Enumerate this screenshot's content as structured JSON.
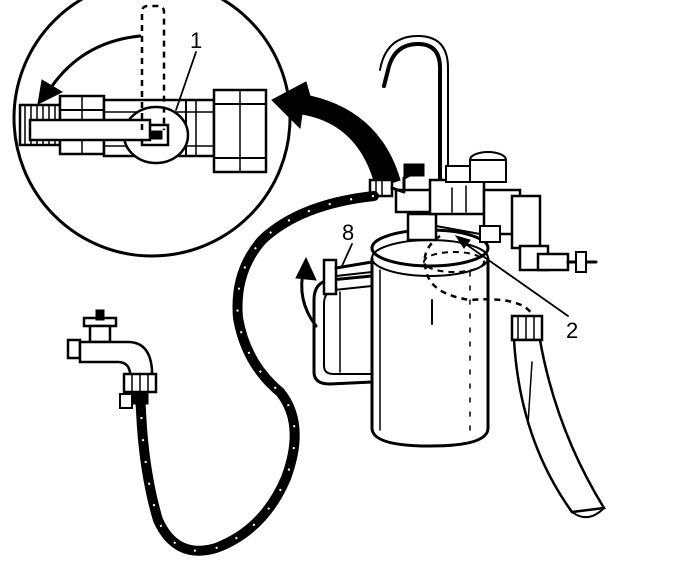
{
  "callouts": {
    "valve_lever": "1",
    "fill_port": "2",
    "tank_handle": "8"
  },
  "colors": {
    "ink": "#000000",
    "background": "#ffffff"
  },
  "icons": {
    "rotation_arrow": "curved-arrow-icon",
    "callout_leader": "leader-line"
  }
}
